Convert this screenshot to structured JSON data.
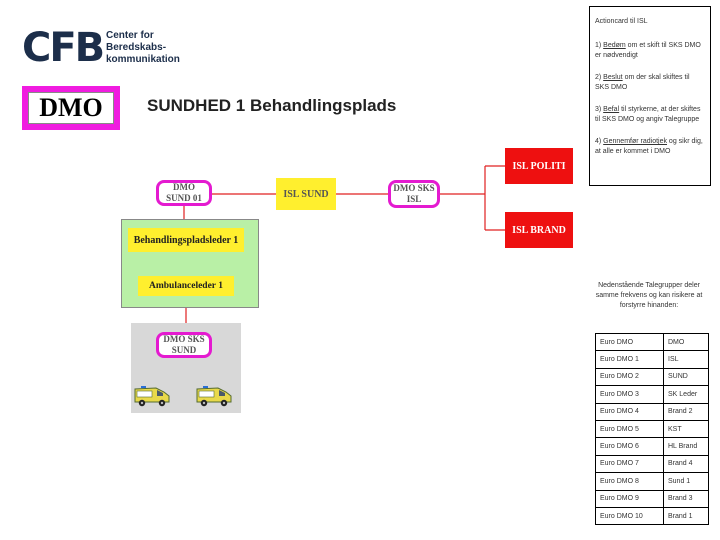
{
  "logo": {
    "mark": "CFB",
    "line1": "Center for",
    "line2": "Beredskabs-",
    "line3": "kommunikation"
  },
  "badge": "DMO",
  "title": "SUNDHED 1 Behandlingsplads",
  "nodes": {
    "dmo_sund01_l1": "DMO",
    "dmo_sund01_l2": "SUND 01",
    "isl_sund": "ISL SUND",
    "dmo_sks_isl_l1": "DMO SKS",
    "dmo_sks_isl_l2": "ISL",
    "isl_politi": "ISL POLITI",
    "isl_brand": "ISL BRAND",
    "behandlingspladsleder": "Behandlingspladsleder 1",
    "ambulanceleder": "Ambulanceleder 1",
    "dmo_sks_sund_l1": "DMO SKS",
    "dmo_sks_sund_l2": "SUND"
  },
  "action_card": {
    "title": "Actioncard til ISL",
    "s1_num": "1) ",
    "s1_key": "Bedøm",
    "s1_rest": " om et skift til SKS DMO er nødvendigt",
    "s2_num": "2) ",
    "s2_key": "Beslut",
    "s2_rest": " om der skal skiftes til SKS DMO",
    "s3_num": "3) ",
    "s3_key": "Befal",
    "s3_rest": " til styrkerne, at der skiftes til SKS DMO og angiv Talegruppe",
    "s4_num": "4) ",
    "s4_key": "Gennemfør radiotjek",
    "s4_rest": " og sikr dig, at alle er kommet i DMO"
  },
  "note": "Nedenstående Talegrupper deler samme frekvens og kan risikere at forstyrre hinanden:",
  "table": [
    [
      "Euro DMO",
      "DMO"
    ],
    [
      "Euro DMO 1",
      "ISL"
    ],
    [
      "Euro DMO 2",
      "SUND"
    ],
    [
      "Euro DMO 3",
      "SK Leder"
    ],
    [
      "Euro DMO 4",
      "Brand 2"
    ],
    [
      "Euro DMO 5",
      "KST"
    ],
    [
      "Euro DMO 6",
      "HL Brand"
    ],
    [
      "Euro DMO 7",
      "Brand 4"
    ],
    [
      "Euro DMO 8",
      "Sund 1"
    ],
    [
      "Euro DMO 9",
      "Brand 3"
    ],
    [
      "Euro DMO 10",
      "Brand 1"
    ]
  ],
  "colors": {
    "pink": "#e41ad0",
    "yellow": "#ffef2e",
    "red": "#ee1010",
    "green": "#b9f0a6",
    "line": "#e02020"
  },
  "icons": [
    "ambulance-icon",
    "ambulance-icon"
  ]
}
